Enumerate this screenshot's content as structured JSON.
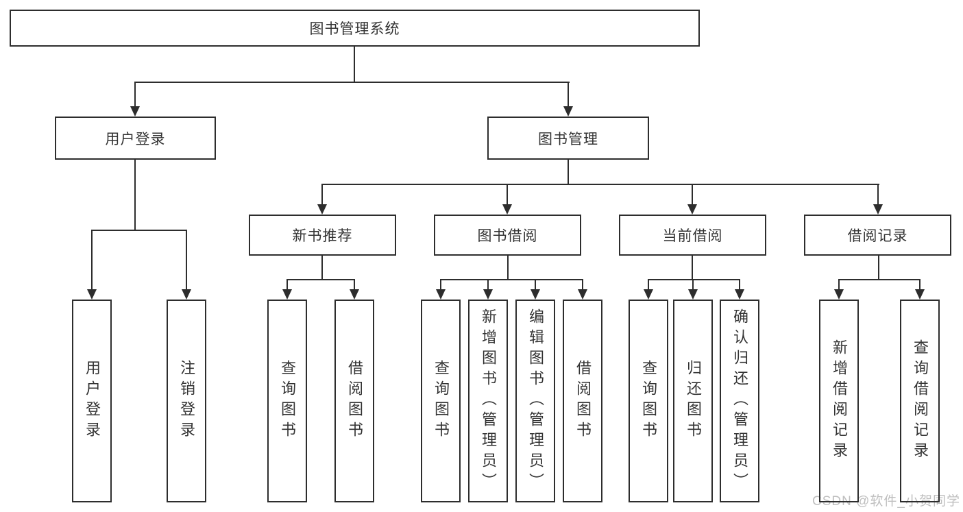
{
  "nodes": {
    "root": {
      "label": "图书管理系统"
    },
    "level1": [
      {
        "label": "用户登录"
      },
      {
        "label": "图书管理"
      }
    ],
    "level2": [
      {
        "label": "新书推荐"
      },
      {
        "label": "图书借阅"
      },
      {
        "label": "当前借阅"
      },
      {
        "label": "借阅记录"
      }
    ],
    "leaves": [
      {
        "label": "用户登录"
      },
      {
        "label": "注销登录"
      },
      {
        "label": "查询图书"
      },
      {
        "label": "借阅图书"
      },
      {
        "label": "查询图书"
      },
      {
        "label": "新增图书（管理员）"
      },
      {
        "label": "编辑图书（管理员）"
      },
      {
        "label": "借阅图书"
      },
      {
        "label": "查询图书"
      },
      {
        "label": "归还图书"
      },
      {
        "label": "确认归还（管理员）"
      },
      {
        "label": "新增借阅记录"
      },
      {
        "label": "查询借阅记录"
      }
    ]
  },
  "watermark": {
    "text": "CSDN @软件_小贺同学"
  },
  "colors": {
    "line": "#2d2d2d",
    "text": "#333333",
    "watermark": "#bfbfbf",
    "background": "#ffffff"
  }
}
